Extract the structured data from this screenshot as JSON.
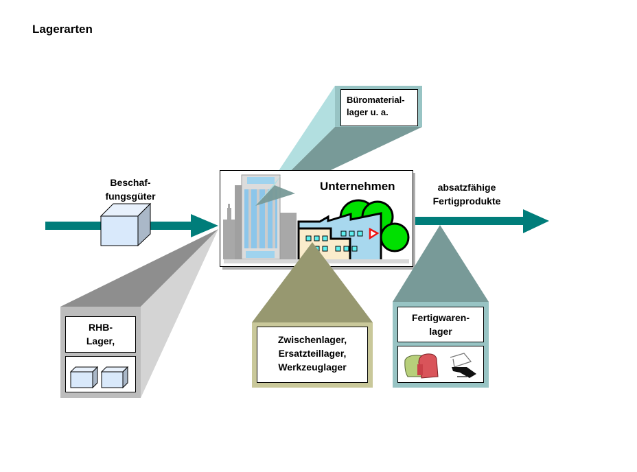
{
  "title": "Lagerarten",
  "colors": {
    "arrow": "#007d7a",
    "cube_front": "#d9e9fb",
    "cube_side": "#aab8c8",
    "rhb_callout_dark": "#8e8e8e",
    "rhb_callout_light": "#d4d4d4",
    "rhb_frame": "#bdbdbd",
    "buero_callout_light": "#b2dfe0",
    "buero_callout_dark": "#789a98",
    "buero_frame": "#98c4c4",
    "zwischen_callout": "#979870",
    "zwischen_frame": "#c9c89a",
    "fertig_callout": "#789a98",
    "fertig_frame": "#98c4c4",
    "tree_green": "#00e000",
    "factory_blue": "#a8d8ee",
    "factory_beige": "#faeccc",
    "window_cyan": "#60f0f0",
    "flag_red": "#ee1111"
  },
  "flow": {
    "input_label_line1": "Beschaf-",
    "input_label_line2": "fungsgüter",
    "output_label_line1": "absatzfähige",
    "output_label_line2": "Fertigprodukte"
  },
  "company": {
    "label": "Unternehmen",
    "icons": [
      "office-building-icon",
      "factory-icon",
      "trees-icon"
    ]
  },
  "callouts": {
    "rhb": {
      "line1": "RHB-",
      "line2": "Lager,",
      "icon": "boxes-icon"
    },
    "buero": {
      "line1": "Büromaterial-",
      "line2": "lager u. a."
    },
    "zwischen": {
      "line1": "Zwischenlager,",
      "line2": "Ersatzteillager,",
      "line3": "Werkzeuglager"
    },
    "fertig": {
      "line1": "Fertigwaren-",
      "line2": "lager",
      "icon": "furniture-icon"
    }
  }
}
